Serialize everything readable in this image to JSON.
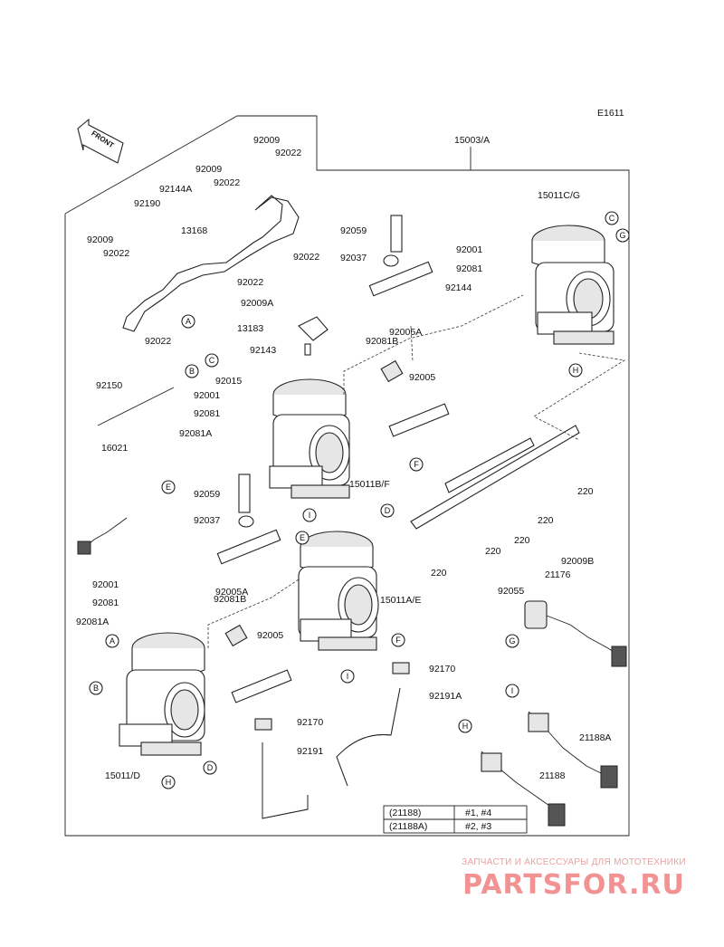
{
  "header": {
    "diagram_code": "E1611",
    "front_label": "FRONT",
    "assembly_label": "15003/A"
  },
  "part_labels": [
    "92009",
    "92022",
    "92009",
    "92022",
    "92144A",
    "92190",
    "92009",
    "92022",
    "13168",
    "92022",
    "92022",
    "92009A",
    "92022",
    "92059",
    "92037",
    "15011C/G",
    "92001",
    "92081",
    "92144",
    "92005A",
    "13183",
    "92143",
    "92081B",
    "92150",
    "92015",
    "92001",
    "92081",
    "92081A",
    "92005",
    "15011B/F",
    "16021",
    "92059",
    "92037",
    "220",
    "220",
    "220",
    "220",
    "220",
    "92005A",
    "92081B",
    "15011A/E",
    "92001",
    "92081",
    "92081A",
    "92005",
    "21176",
    "92009B",
    "92055",
    "92170",
    "92191A",
    "92170",
    "92191",
    "15011/D",
    "21188A",
    "21188"
  ],
  "ref_markers": [
    "A",
    "B",
    "C",
    "D",
    "E",
    "F",
    "G",
    "H",
    "I"
  ],
  "legend_table": [
    {
      "part": "(21188)",
      "cylinders": "#1, #4"
    },
    {
      "part": "(21188A)",
      "cylinders": "#2, #3"
    }
  ],
  "watermark": {
    "top_text": "ЗАПЧАСТИ И АКСЕССУАРЫ ДЛЯ МОТОТЕХНИКИ",
    "main_text": "PARTSFOR.RU"
  }
}
